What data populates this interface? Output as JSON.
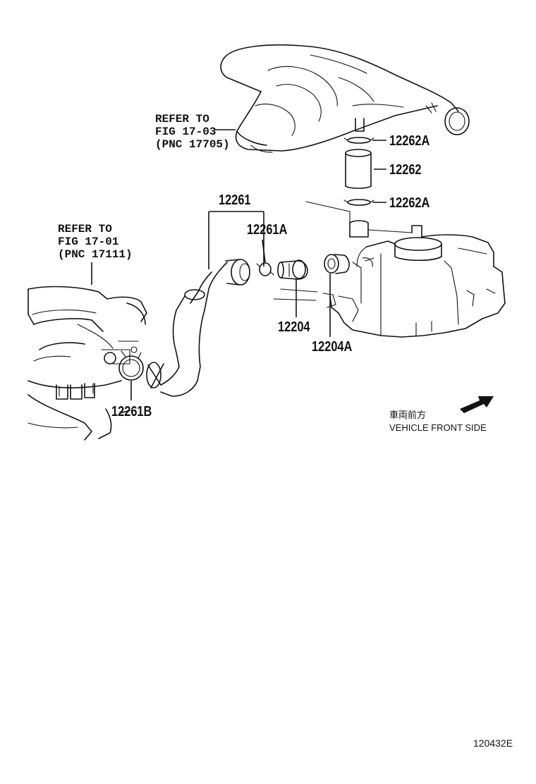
{
  "references": {
    "upper": [
      "REFER TO",
      "FIG 17-03",
      "(PNC 17705)"
    ],
    "left": [
      "REFER TO",
      "FIG 17-01",
      "(PNC 17111)"
    ]
  },
  "parts": {
    "p12262A_top": "12262A",
    "p12262": "12262",
    "p12262A_bottom": "12262A",
    "p12261": "12261",
    "p12261A": "12261A",
    "p12204": "12204",
    "p12204A": "12204A",
    "p12261B": "12261B"
  },
  "direction": {
    "japanese": "車両前方",
    "english": "VEHICLE FRONT SIDE"
  },
  "figure_code": "120432E"
}
